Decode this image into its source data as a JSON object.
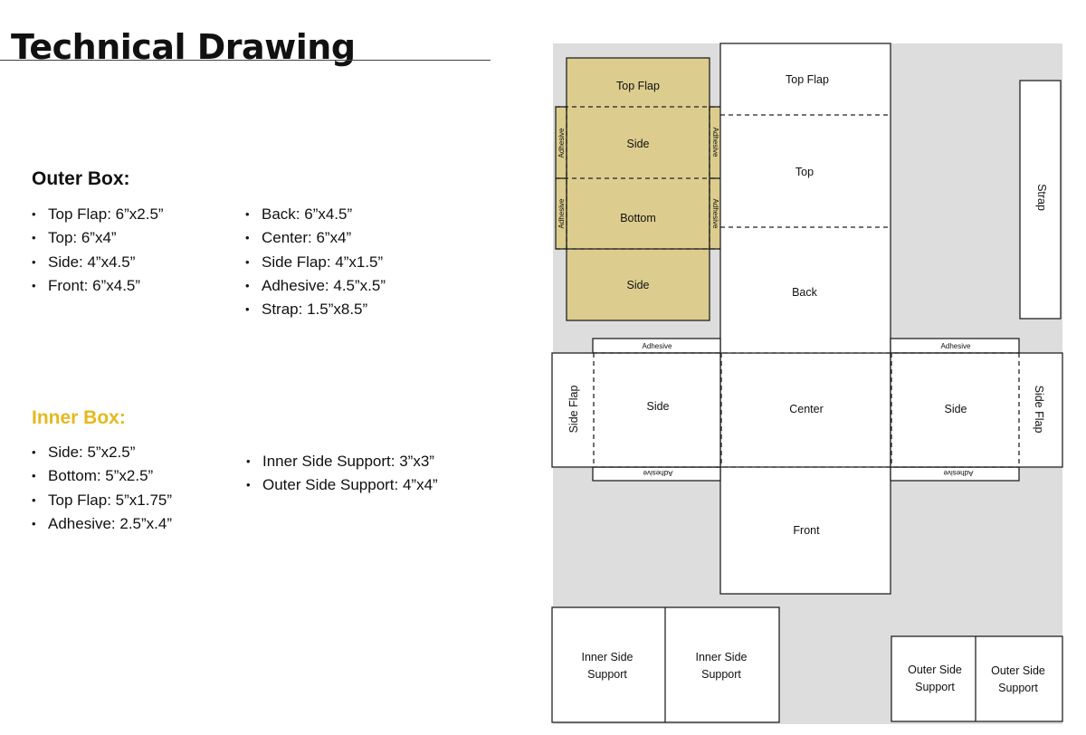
{
  "title": "Technical Drawing",
  "outer_box": {
    "heading": "Outer Box:",
    "col1": [
      "Top Flap: 6”x2.5”",
      "Top: 6”x4”",
      "Side: 4”x4.5”",
      "Front: 6”x4.5”"
    ],
    "col2": [
      "Back: 6”x4.5”",
      "Center: 6”x4”",
      "Side Flap: 4”x1.5”",
      "Adhesive: 4.5”x.5”",
      "Strap: 1.5”x8.5”"
    ]
  },
  "inner_box": {
    "heading": "Inner Box:",
    "heading_color": "#e6b81e",
    "col1": [
      "Side: 5”x2.5”",
      "Bottom: 5”x2.5”",
      "Top Flap: 5”x1.75”",
      "Adhesive: 2.5”x.4”"
    ],
    "col2": [
      "Inner Side Support: 3”x3”",
      "Outer Side Support: 4”x4”"
    ]
  },
  "drawing": {
    "background_color": "#dddddd",
    "inner_fill_color": "#dccd8e",
    "labels": {
      "inner_top_flap": "Top Flap",
      "inner_side_top": "Side",
      "inner_bottom": "Bottom",
      "inner_side_bottom": "Side",
      "inner_adhesive_left_top": "Adhesive",
      "inner_adhesive_right_top": "Adhesive",
      "inner_adhesive_left_bottom": "Adhesive",
      "inner_adhesive_right_bottom": "Adhesive",
      "outer_top_flap": "Top Flap",
      "outer_top": "Top",
      "outer_back": "Back",
      "outer_center": "Center",
      "outer_front": "Front",
      "outer_side_left": "Side",
      "outer_side_right": "Side",
      "side_flap_left": "Side Flap",
      "side_flap_right": "Side Flap",
      "adhesive_top_left": "Adhesive",
      "adhesive_top_right": "Adhesive",
      "adhesive_bottom_left": "Adhesive",
      "adhesive_bottom_right": "Adhesive",
      "strap": "Strap",
      "inner_support_1": [
        "Inner Side",
        "Support"
      ],
      "inner_support_2": [
        "Inner Side",
        "Support"
      ],
      "outer_support_1": [
        "Outer Side",
        "Support"
      ],
      "outer_support_2": [
        "Outer Side",
        "Support"
      ]
    }
  }
}
